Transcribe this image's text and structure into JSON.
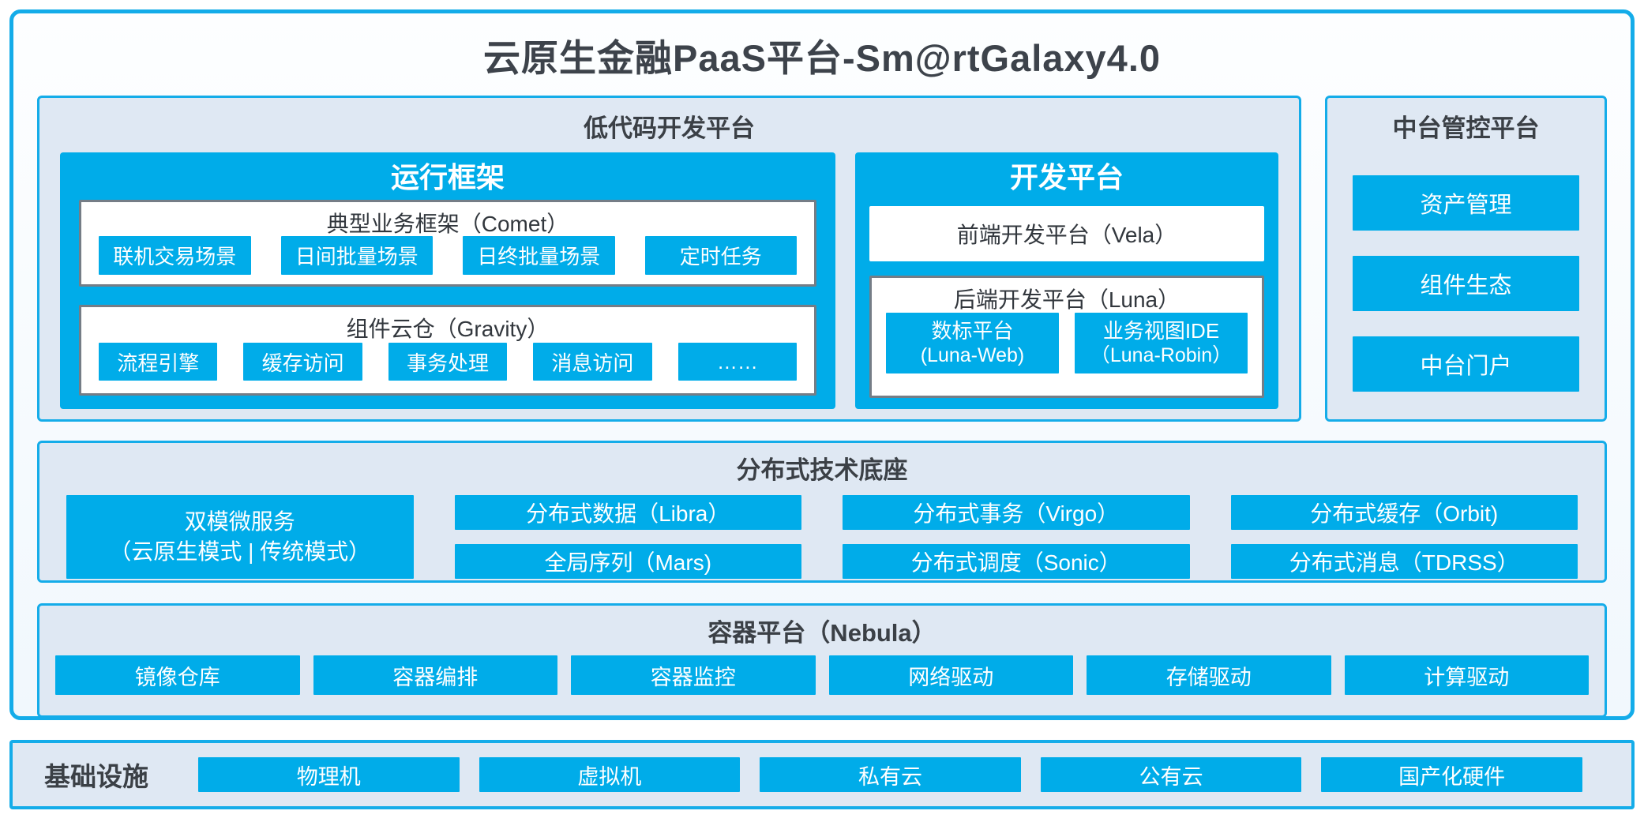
{
  "title": "云原生金融PaaS平台-Sm@rtGalaxy4.0",
  "colors": {
    "accent_blue": "#00ace9",
    "panel_background": "#dfe8f3",
    "card_border_gray": "#757d86",
    "dark_text": "#3b4046",
    "button_text": "#ffffff"
  },
  "low_code": {
    "title": "低代码开发平台",
    "runtime": {
      "title": "运行框架",
      "comet": {
        "title": "典型业务框架（Comet）",
        "items": [
          "联机交易场景",
          "日间批量场景",
          "日终批量场景",
          "定时任务"
        ]
      },
      "gravity": {
        "title": "组件云仓（Gravity）",
        "items": [
          "流程引擎",
          "缓存访问",
          "事务处理",
          "消息访问",
          "……"
        ]
      }
    },
    "dev": {
      "title": "开发平台",
      "vela": "前端开发平台（Vela）",
      "luna": {
        "title": "后端开发平台（Luna）",
        "items": [
          {
            "line1": "数标平台",
            "line2": "(Luna-Web)"
          },
          {
            "line1": "业务视图IDE",
            "line2": "（Luna-Robin）"
          }
        ]
      }
    }
  },
  "mid_platform": {
    "title": "中台管控平台",
    "items": [
      "资产管理",
      "组件生态",
      "中台门户"
    ]
  },
  "distributed": {
    "title": "分布式技术底座",
    "dual_mode": {
      "line1": "双模微服务",
      "line2": "（云原生模式 | 传统模式）"
    },
    "columns": [
      [
        "分布式数据（Libra）",
        "全局序列（Mars)"
      ],
      [
        "分布式事务（Virgo）",
        "分布式调度（Sonic）"
      ],
      [
        "分布式缓存（Orbit)",
        "分布式消息（TDRSS）"
      ]
    ]
  },
  "container_platform": {
    "title": "容器平台（Nebula）",
    "items": [
      "镜像仓库",
      "容器编排",
      "容器监控",
      "网络驱动",
      "存储驱动",
      "计算驱动"
    ]
  },
  "infrastructure": {
    "title": "基础设施",
    "items": [
      "物理机",
      "虚拟机",
      "私有云",
      "公有云",
      "国产化硬件"
    ]
  }
}
